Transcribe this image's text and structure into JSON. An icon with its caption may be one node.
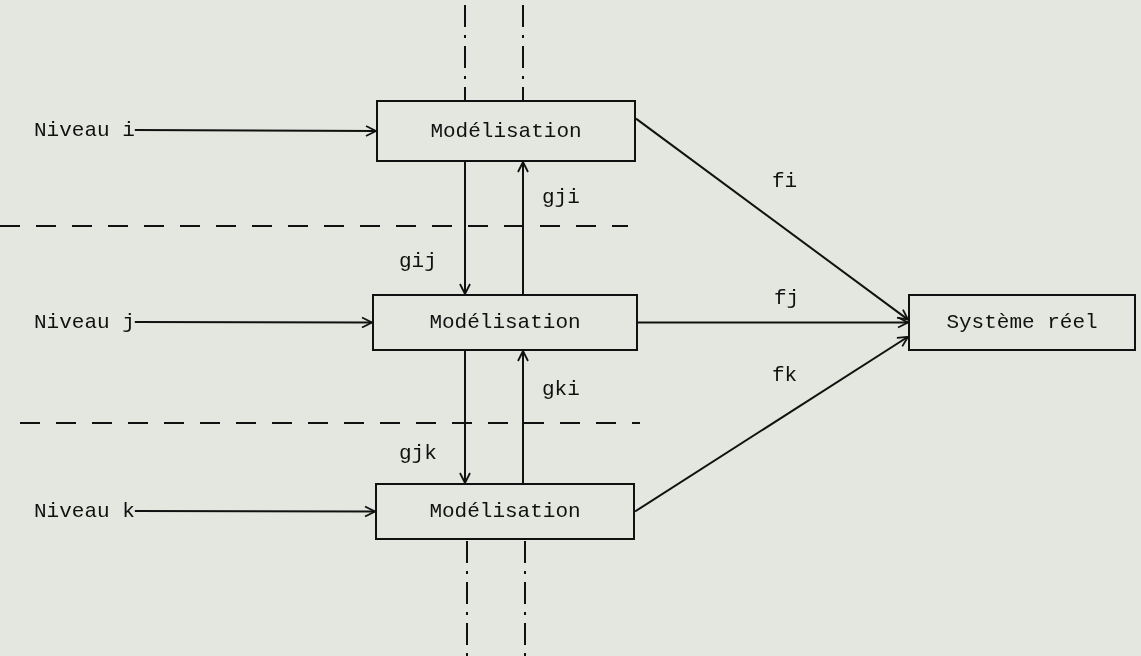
{
  "diagram": {
    "nodes": [
      {
        "text": [
          "Niveau i"
        ]
      },
      {
        "text": [
          "Niveau j"
        ]
      },
      {
        "text": [
          "Niveau k"
        ]
      },
      {
        "text": [
          "Modélisation"
        ]
      },
      {
        "text": [
          "Modélisation"
        ]
      },
      {
        "text": [
          "Modélisation"
        ]
      },
      {
        "text": [
          "Système réel"
        ]
      }
    ],
    "edges": [
      {
        "from": 0,
        "to": 3,
        "arrow": "to"
      },
      {
        "from": 1,
        "to": 4,
        "arrow": "to"
      },
      {
        "from": 2,
        "to": 5,
        "arrow": "to"
      },
      {
        "from": 4,
        "to": 3,
        "arrow": "to",
        "label": "gji"
      },
      {
        "from": 3,
        "to": 4,
        "arrow": "to",
        "label": "gij"
      },
      {
        "from": 5,
        "to": 4,
        "arrow": "to",
        "label": "gki"
      },
      {
        "from": 4,
        "to": 5,
        "arrow": "to",
        "label": "gjk"
      },
      {
        "from": 3,
        "to": 6,
        "arrow": "to",
        "label": "fi"
      },
      {
        "from": 4,
        "to": 6,
        "arrow": "to",
        "label": "fj"
      },
      {
        "from": 5,
        "to": 6,
        "arrow": "to",
        "label": "fk"
      }
    ]
  }
}
